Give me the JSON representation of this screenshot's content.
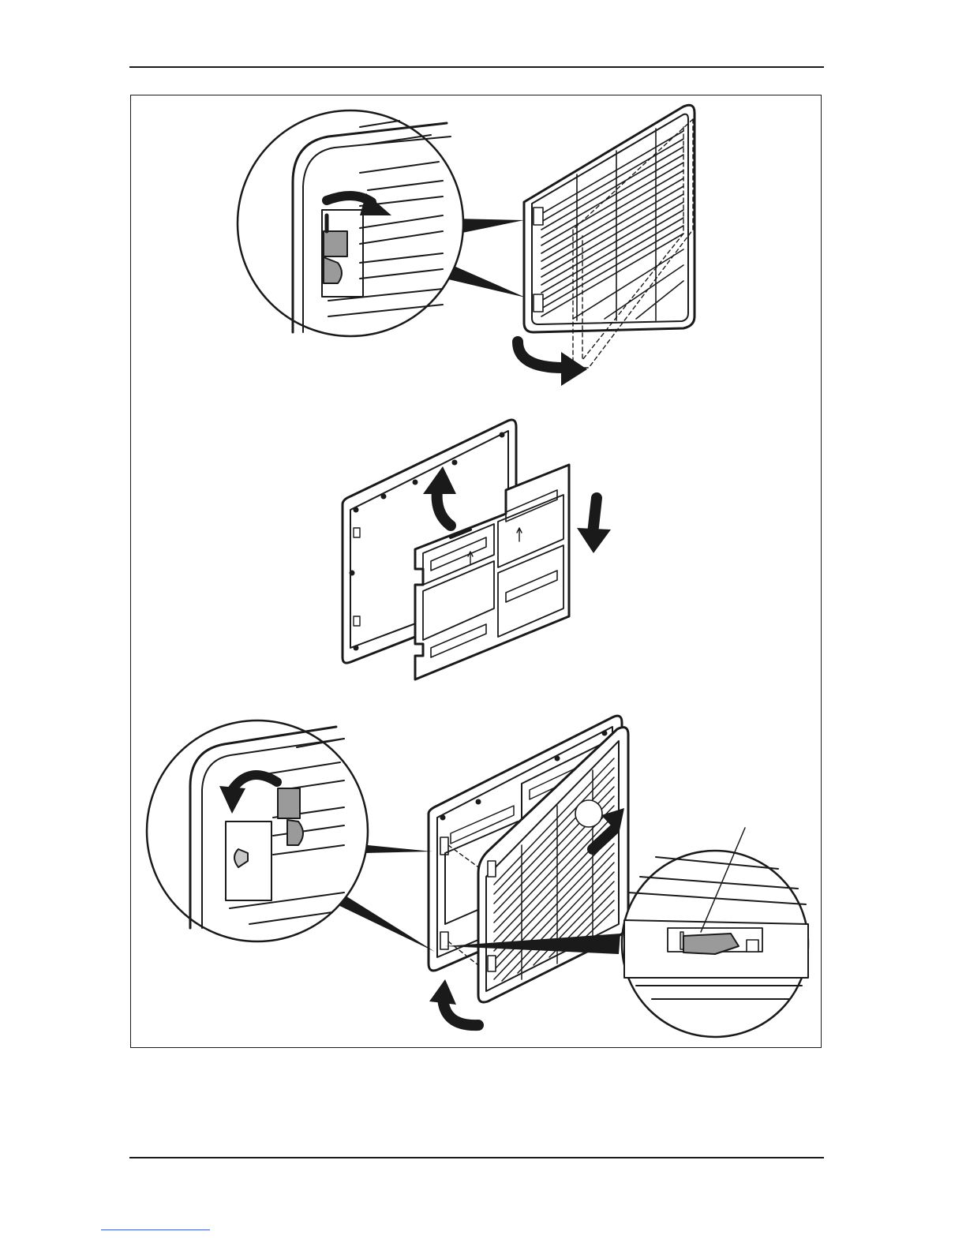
{
  "page": {
    "figure": {
      "steps": [
        {
          "action": "unlatch-and-swing-grille-open"
        },
        {
          "action": "lift-out-and-insert-filter-panels"
        },
        {
          "action": "reattach-grille-and-latch"
        }
      ],
      "colors": {
        "line": "#1a1a1a",
        "shade": "#9a9a9a",
        "light_shade": "#c8c8c8",
        "paper": "#ffffff"
      }
    }
  }
}
